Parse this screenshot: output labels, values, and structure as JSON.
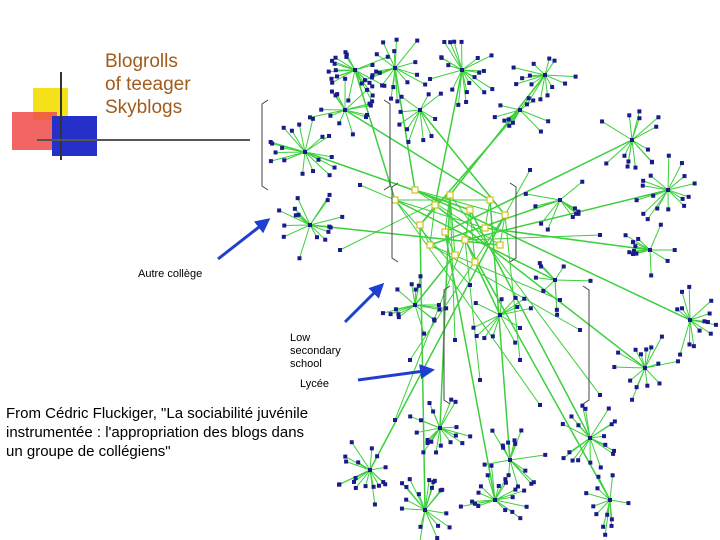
{
  "title": "Blogrolls\nof teeager\nSkyblogs",
  "labels": {
    "autre_college": "Autre collège",
    "low_secondary": "Low\nsecondary\nschool",
    "lycee": "Lycée"
  },
  "caption": "From Cédric Fluckiger, \"La sociabilité juvénile instrumentée : l'appropriation des blogs dans un groupe de collégiens\"",
  "colors": {
    "title": "#a15b1c",
    "edge": "#3ccf3c",
    "node": "#1a1a8c",
    "core_node": "#d4c21c",
    "arrow": "#1f3fd0",
    "deco_yellow": "#f5e11a",
    "deco_red": "#f04a4a",
    "deco_blue": "#2430c8"
  }
}
